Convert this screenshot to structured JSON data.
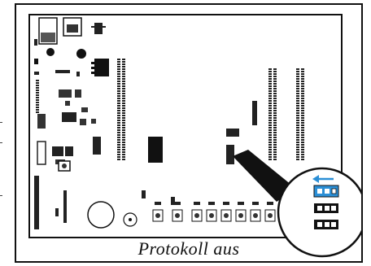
{
  "caption": "Protokoll aus",
  "colors": {
    "outline": "#111111",
    "component": "#1a1a1a",
    "highlight": "#2b8fd6",
    "background": "#ffffff"
  },
  "icons": [
    "arrow-left-icon"
  ],
  "jumpers": [
    {
      "state": "highlighted"
    },
    {
      "state": "normal"
    },
    {
      "state": "normal"
    }
  ]
}
